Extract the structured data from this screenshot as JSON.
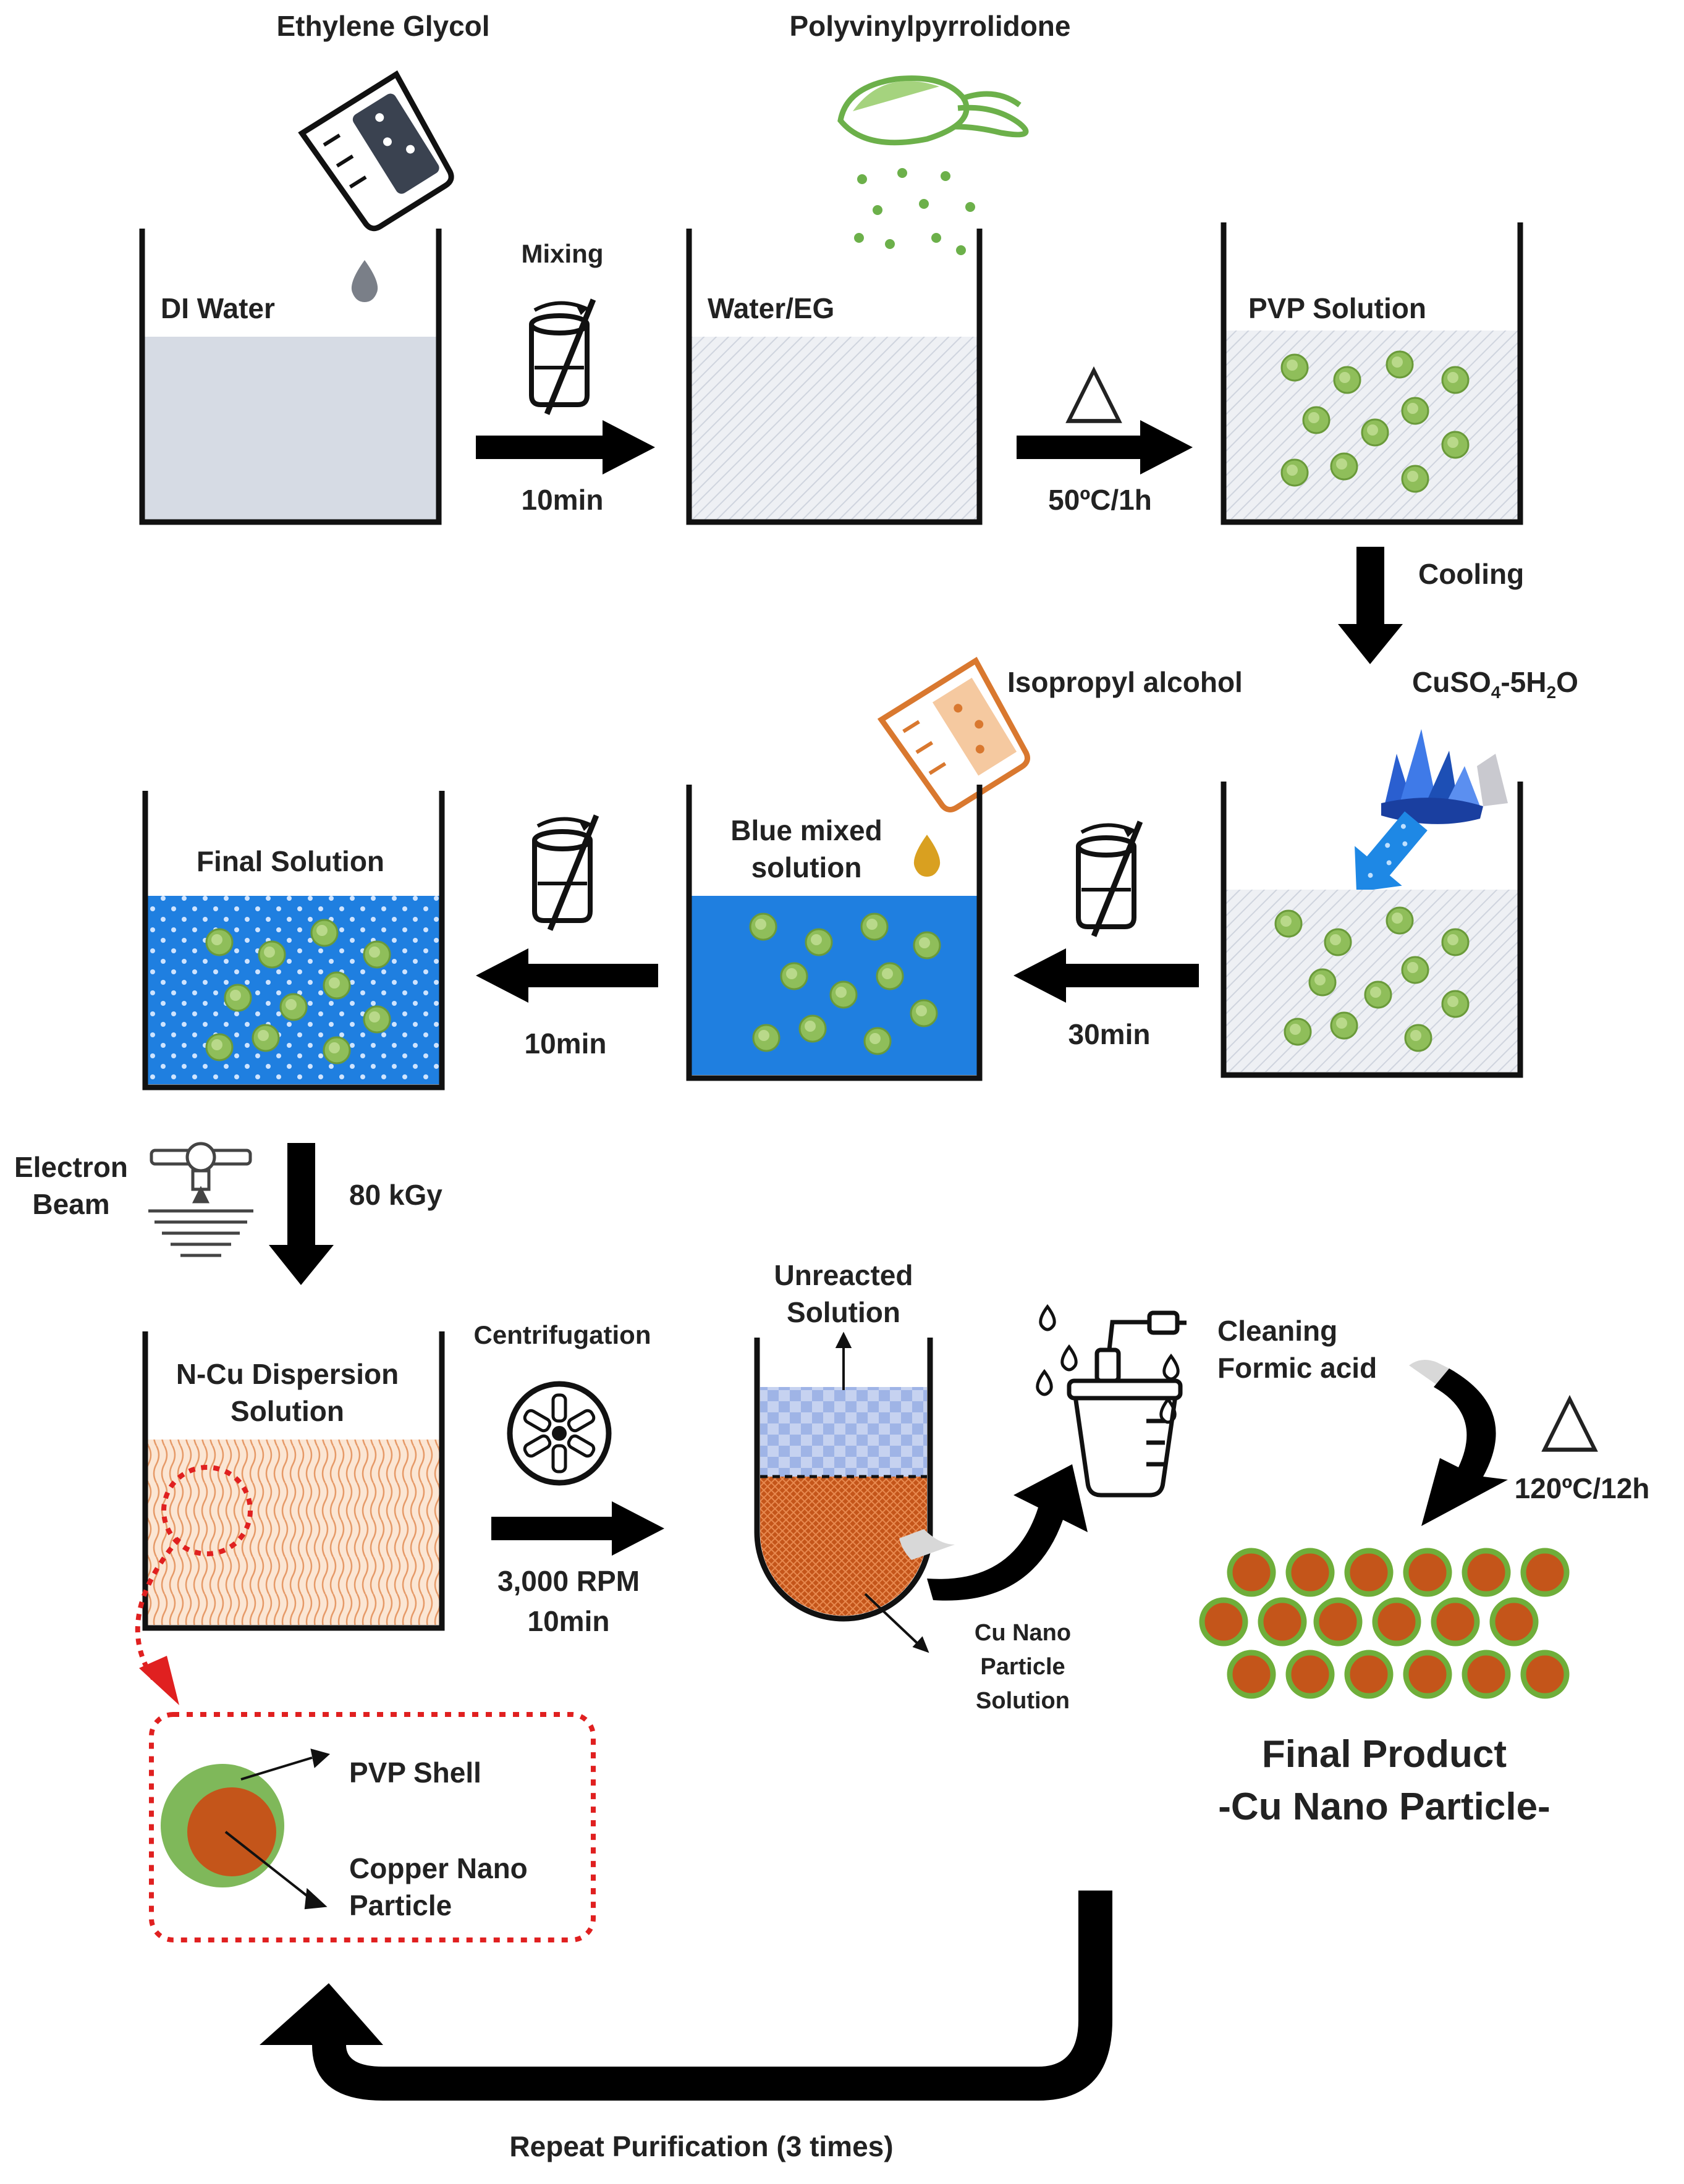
{
  "labels": {
    "ethylene_glycol": "Ethylene Glycol",
    "polyvinylpyrrolidone": "Polyvinylpyrrolidone",
    "di_water": "DI Water",
    "mixing": "Mixing",
    "time_10min_a": "10min",
    "water_eg": "Water/EG",
    "delta_a": "△",
    "temp_50c": "50ºC/1h",
    "pvp_solution": "PVP Solution",
    "cooling": "Cooling",
    "cuso4_a": "CuSO",
    "cuso4_sub4": "4",
    "cuso4_b": "-5H",
    "cuso4_sub2": "2",
    "cuso4_c": "O",
    "isopropyl_alcohol": "Isopropyl alcohol",
    "final_solution": "Final Solution",
    "blue_mixed_1": "Blue mixed",
    "blue_mixed_2": "solution",
    "time_10min_b": "10min",
    "time_30min": "30min",
    "electron": "Electron",
    "beam": "Beam",
    "dose": "80 kGy",
    "ncu_1": "N-Cu Dispersion",
    "ncu_2": "Solution",
    "centrifugation": "Centrifugation",
    "rpm": "3,000 RPM",
    "time_10min_c": "10min",
    "unreacted_1": "Unreacted",
    "unreacted_2": "Solution",
    "cleaning": "Cleaning",
    "formic_acid": "Formic acid",
    "delta_b": "△",
    "temp_120c": "120ºC/12h",
    "cu_nano_1": "Cu Nano",
    "cu_nano_2": "Particle",
    "cu_nano_3": "Solution",
    "pvp_shell": "PVP Shell",
    "copper_nano_1": "Copper Nano",
    "copper_nano_2": "Particle",
    "final_product_1": "Final Product",
    "final_product_2": "-Cu Nano Particle-",
    "repeat": "Repeat Purification (3 times)"
  },
  "colors": {
    "water": "#d6dbe4",
    "hatch": "#e4e7ee",
    "pvp_green": "#8fbe5a",
    "blue_solution": "#1f7fe0",
    "copper": "#c4551a",
    "dispersion": "#f7dcc6",
    "dispersion_line": "#e8a878",
    "unreacted": "#b8c8ec",
    "red_dotted": "#e02020",
    "orange_beaker": "#d9782f",
    "gold_drop": "#d9a020",
    "crystal": "#2a5fd0"
  },
  "icons": [
    "pouring-beaker-icon",
    "powder-spoon-icon",
    "stirring-beaker-icon",
    "crystal-icon",
    "electron-beam-icon",
    "centrifuge-icon",
    "washing-bottle-icon",
    "water-drop-icon"
  ]
}
